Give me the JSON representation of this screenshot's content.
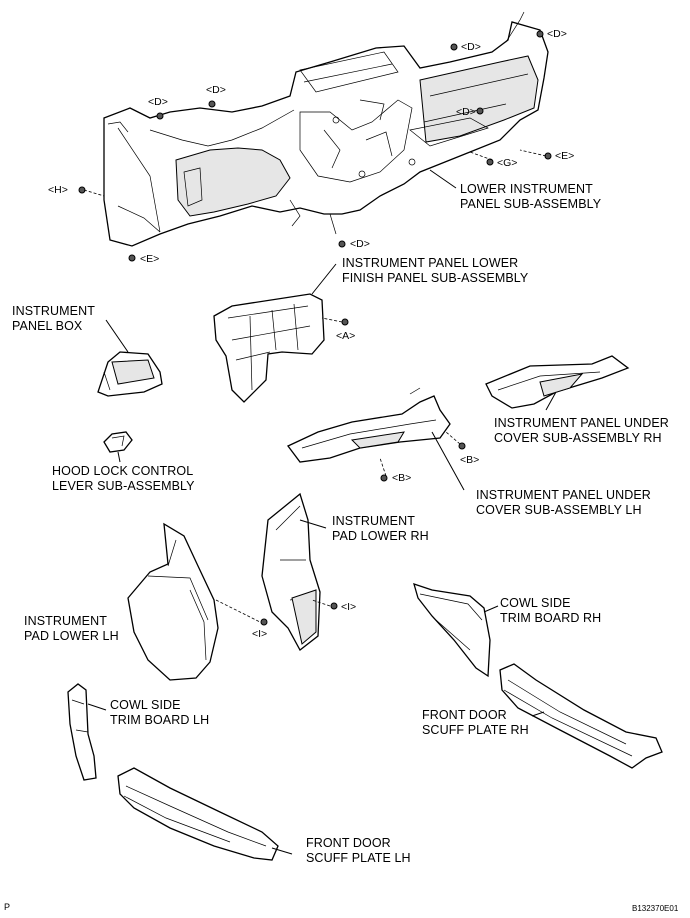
{
  "diagram": {
    "footer_left": "P",
    "footer_right": "B132370E01",
    "labels": {
      "lower_instrument_panel": [
        "LOWER INSTRUMENT",
        "PANEL SUB-ASSEMBLY"
      ],
      "lower_finish_panel": [
        "INSTRUMENT PANEL LOWER",
        "FINISH PANEL SUB-ASSEMBLY"
      ],
      "instrument_panel_box": [
        "INSTRUMENT",
        "PANEL BOX"
      ],
      "under_cover_rh": [
        "INSTRUMENT PANEL UNDER",
        "COVER SUB-ASSEMBLY RH"
      ],
      "hood_lock_lever": [
        "HOOD LOCK CONTROL",
        "LEVER SUB-ASSEMBLY"
      ],
      "under_cover_lh": [
        "INSTRUMENT PANEL UNDER",
        "COVER SUB-ASSEMBLY LH"
      ],
      "pad_lower_rh": [
        "INSTRUMENT",
        "PAD LOWER RH"
      ],
      "pad_lower_lh": [
        "INSTRUMENT",
        "PAD LOWER LH"
      ],
      "cowl_side_rh": [
        "COWL SIDE",
        "TRIM BOARD RH"
      ],
      "cowl_side_lh": [
        "COWL SIDE",
        "TRIM BOARD LH"
      ],
      "scuff_plate_rh": [
        "FRONT DOOR",
        "SCUFF PLATE RH"
      ],
      "scuff_plate_lh": [
        "FRONT DOOR",
        "SCUFF PLATE LH"
      ]
    },
    "fastener_tags": {
      "d1": "<D>",
      "d2": "<D>",
      "d3": "<D>",
      "d4": "<D>",
      "d5": "<D>",
      "d6": "<D>",
      "h": "<H>",
      "e1": "<E>",
      "e2": "<E>",
      "g": "<G>",
      "a": "<A>",
      "b1": "<B>",
      "b2": "<B>",
      "i1": "<I>",
      "i2": "<I>"
    }
  }
}
